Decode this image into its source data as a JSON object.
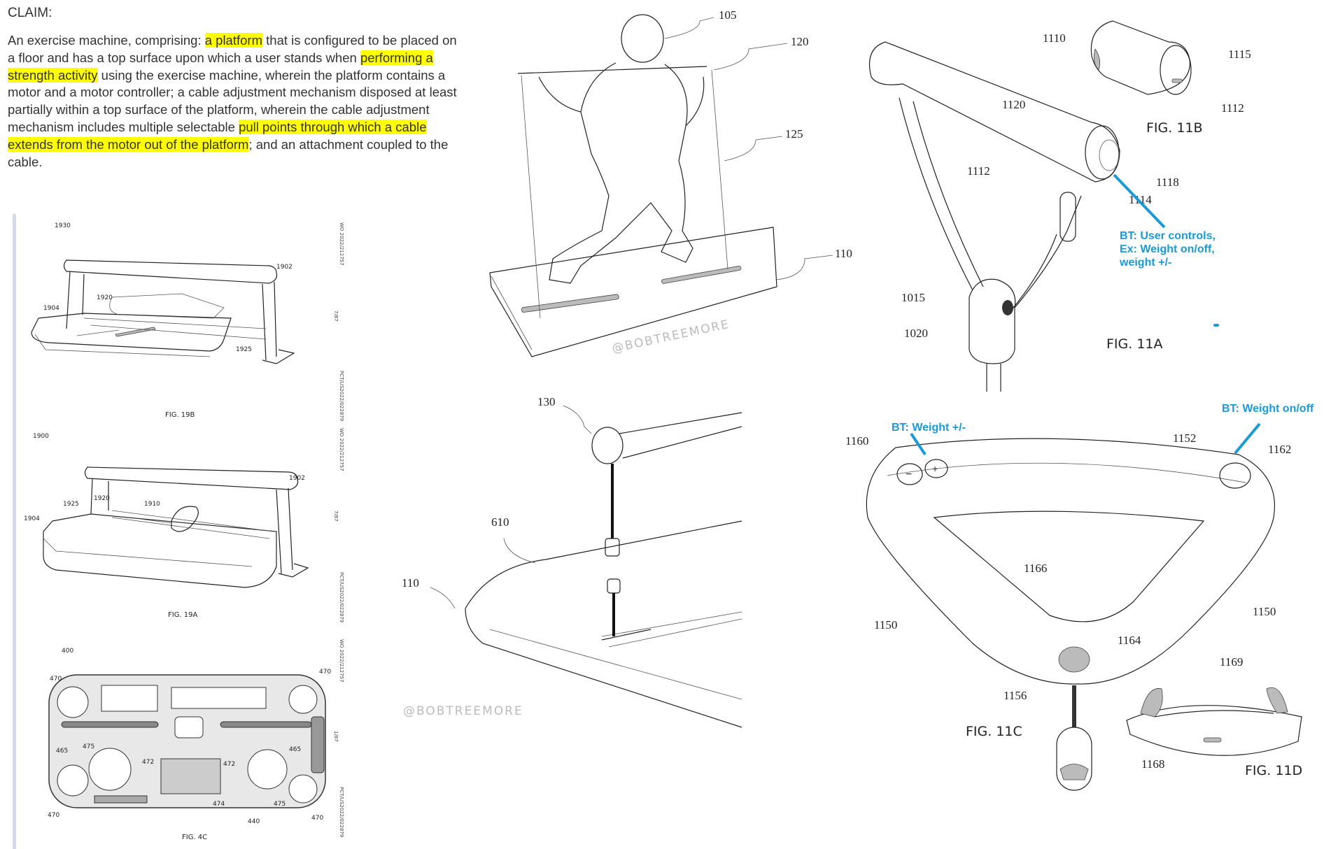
{
  "claim": {
    "heading": "CLAIM:",
    "segments": [
      {
        "text": "An exercise machine, comprising: ",
        "highlight": false
      },
      {
        "text": "a platform",
        "highlight": true
      },
      {
        "text": " that is configured to be placed on a floor and has a top surface upon which a user stands when ",
        "highlight": false
      },
      {
        "text": "performing a strength activity",
        "highlight": true
      },
      {
        "text": " using the exercise machine, wherein the platform contains a motor and a motor controller; a cable adjustment mechanism disposed at least partially within a top surface of the platform, wherein the cable adjustment mechanism includes multiple selectable ",
        "highlight": false
      },
      {
        "text": "pull points through which a cable extends from the motor out of the platform",
        "highlight": true
      },
      {
        "text": "; and an attachment coupled to the cable.",
        "highlight": false
      }
    ],
    "highlight_color": "#ffff00"
  },
  "left_sheet": {
    "side_text": [
      "WO 2022/212757",
      "7/87",
      "PCT/US2022/022879",
      "WO 2022/212757",
      "7/87",
      "PCT/US2022/022879",
      "WO 2022/212757",
      "1/87",
      "PCT/US2022/022879"
    ],
    "fig19b": {
      "title": "FIG. 19B",
      "labels": [
        "1930",
        "1902",
        "1920",
        "1904",
        "1925"
      ]
    },
    "fig19a": {
      "title": "FIG. 19A",
      "labels": [
        "1900",
        "1902",
        "1925",
        "1920",
        "1910",
        "1904"
      ]
    },
    "fig4c": {
      "title": "FIG. 4C",
      "labels": [
        "400",
        "470",
        "470",
        "465",
        "475",
        "472",
        "472",
        "465",
        "474",
        "475",
        "440",
        "470",
        "470"
      ]
    }
  },
  "middle": {
    "top_labels": [
      "105",
      "120",
      "125",
      "110"
    ],
    "bottom_labels": [
      "130",
      "610",
      "110"
    ],
    "watermark": "@BOBTREEMORE"
  },
  "right": {
    "fig11a": {
      "title": "FIG. 11A",
      "labels": [
        "1110",
        "1120",
        "1112",
        "1118",
        "1114",
        "1015",
        "1020"
      ]
    },
    "fig11b": {
      "title": "FIG. 11B",
      "labels": [
        "1115",
        "1112"
      ]
    },
    "fig11c": {
      "title": "FIG. 11C",
      "labels": [
        "1160",
        "1152",
        "1162",
        "1166",
        "1150",
        "1150",
        "1164",
        "1156"
      ]
    },
    "fig11d": {
      "title": "FIG. 11D",
      "labels": [
        "1169",
        "1168"
      ]
    },
    "annotations": {
      "user_controls": [
        "BT: User controls,",
        "Ex: Weight on/off,",
        "weight +/-"
      ],
      "weight_pm": "BT: Weight +/-",
      "weight_onoff": "BT: Weight on/off",
      "color": "#1a9ad6"
    }
  }
}
